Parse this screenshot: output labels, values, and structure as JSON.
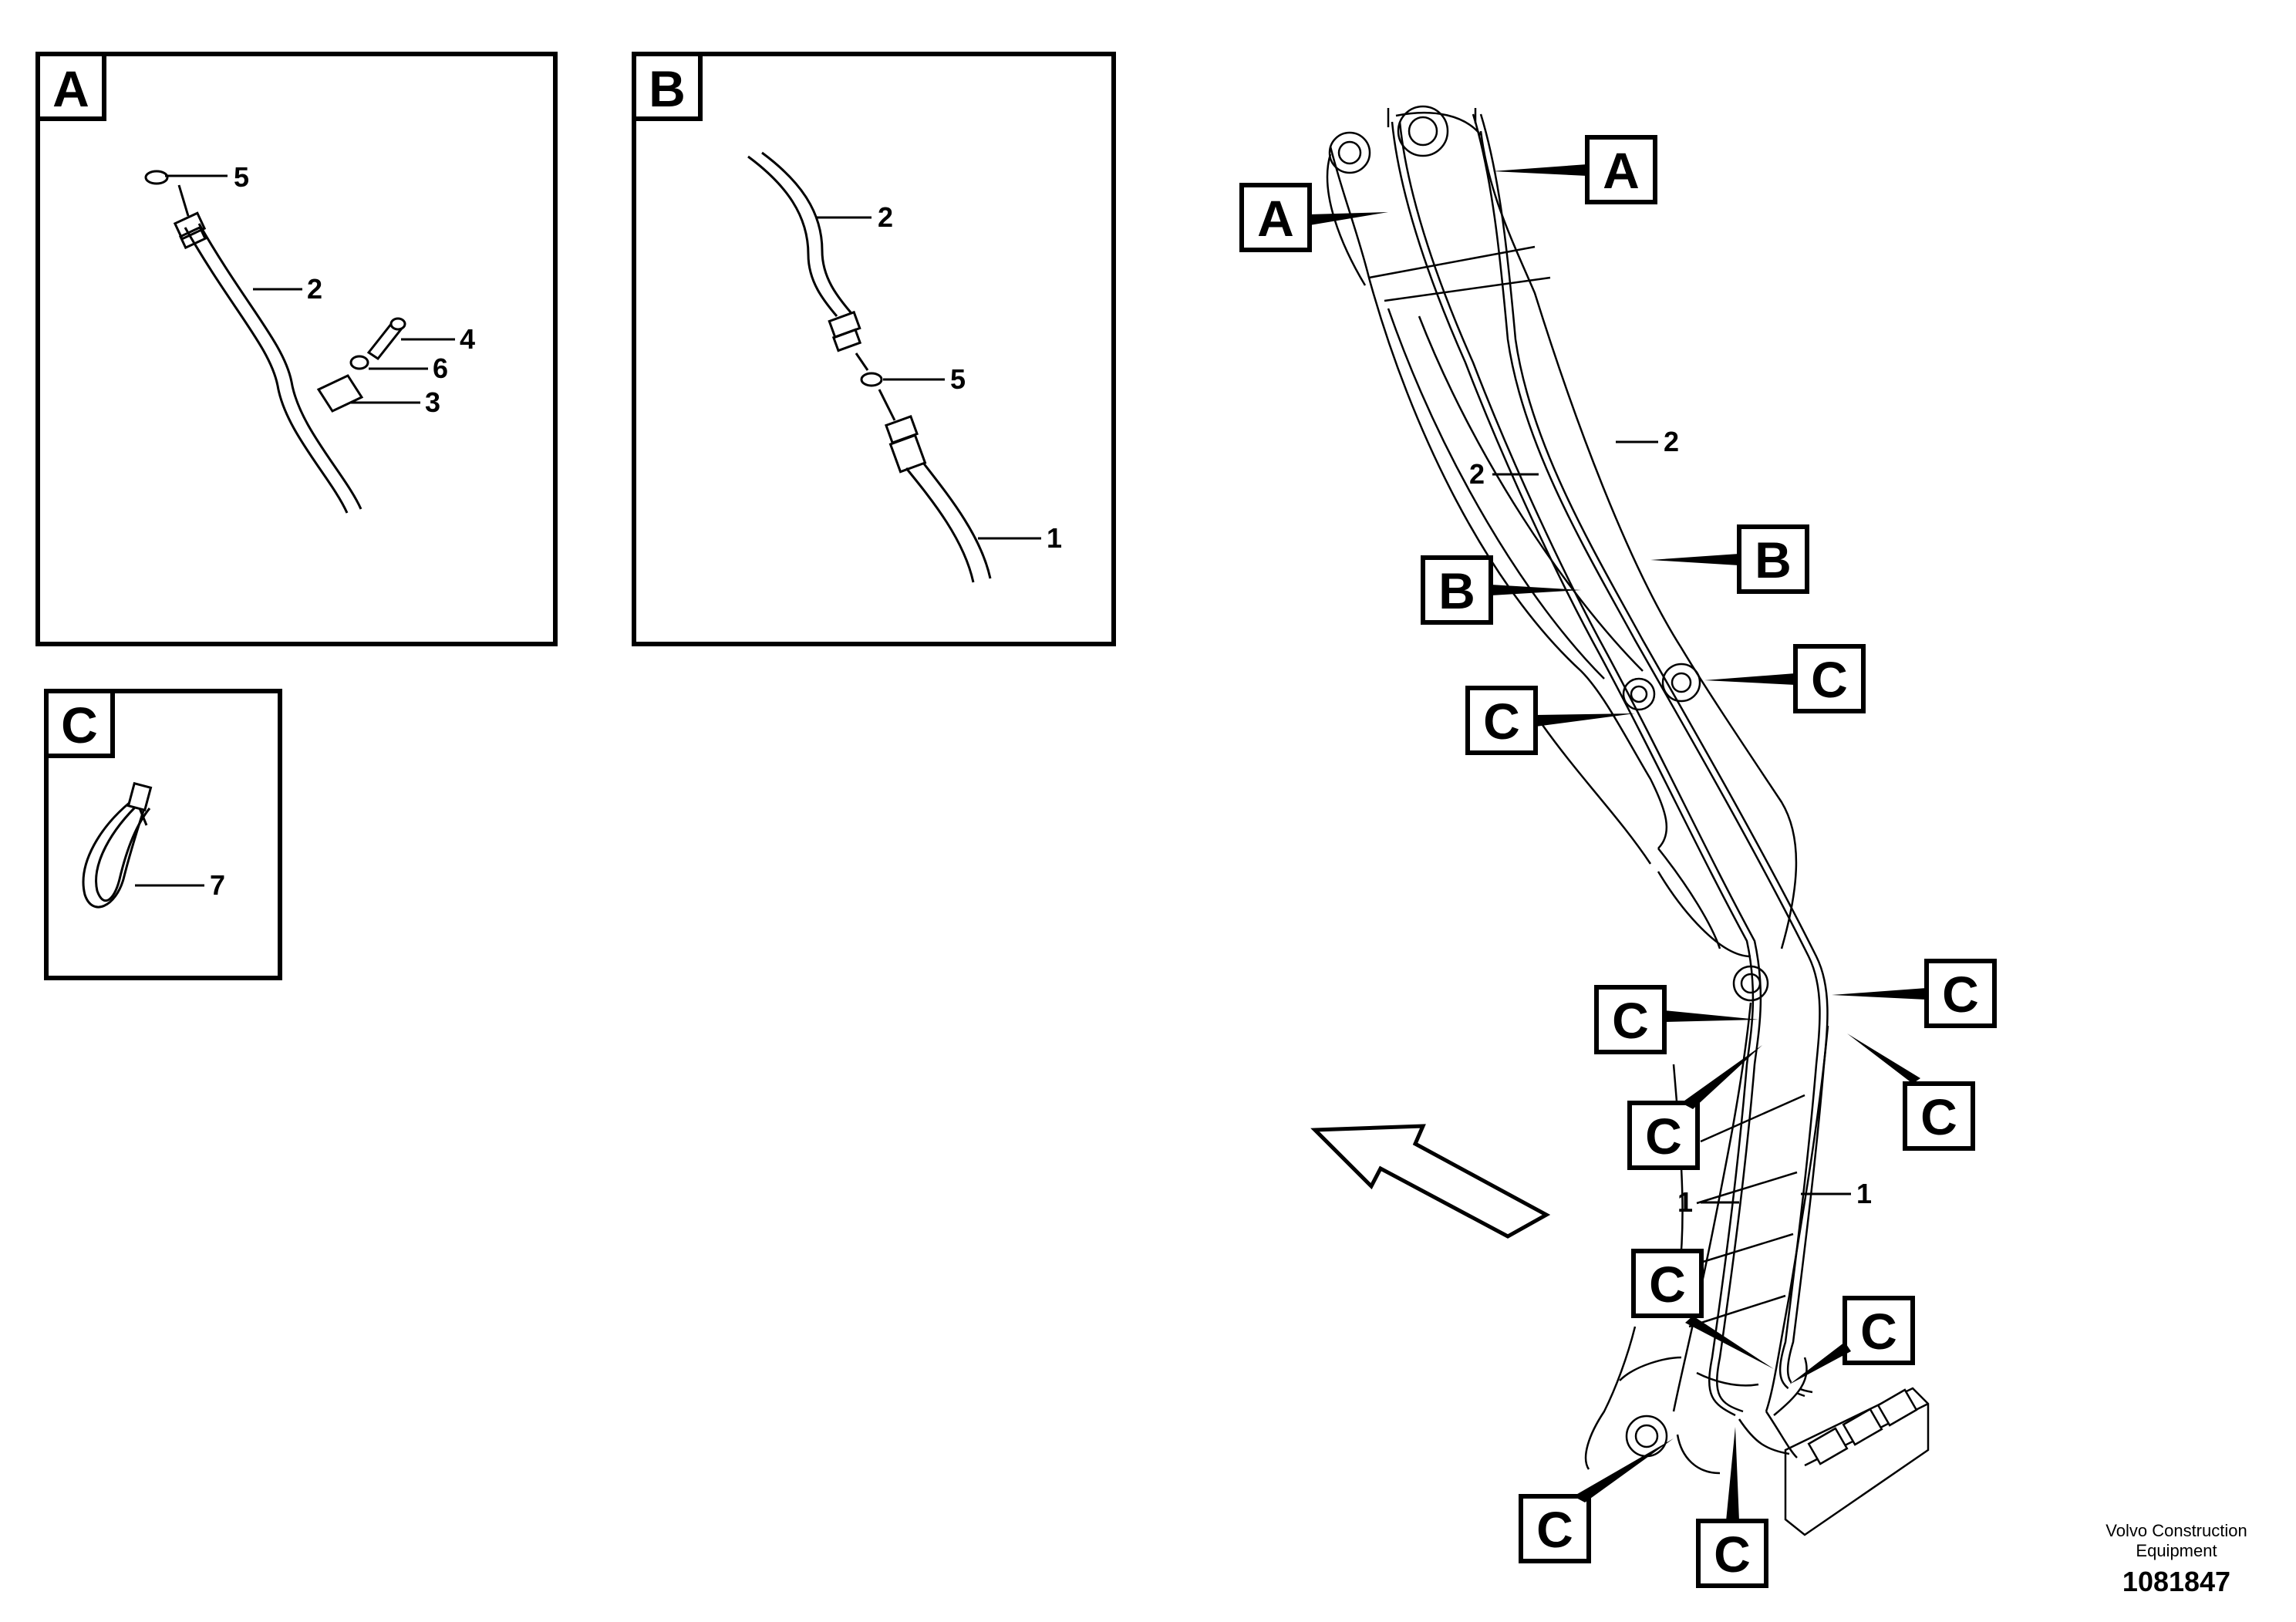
{
  "panels": {
    "A": {
      "letter": "A",
      "items": [
        "5",
        "2",
        "4",
        "6",
        "3"
      ]
    },
    "B": {
      "letter": "B",
      "items": [
        "2",
        "5",
        "1"
      ]
    },
    "C": {
      "letter": "C",
      "items": [
        "7"
      ]
    }
  },
  "main": {
    "callouts": [
      "A",
      "A",
      "B",
      "B",
      "C",
      "C",
      "C",
      "C",
      "C",
      "C",
      "C",
      "C",
      "C",
      "C"
    ],
    "items": [
      "2",
      "2",
      "1",
      "1"
    ]
  },
  "footer": {
    "line1": "Volvo Construction",
    "line2": "Equipment",
    "number": "1081847"
  }
}
